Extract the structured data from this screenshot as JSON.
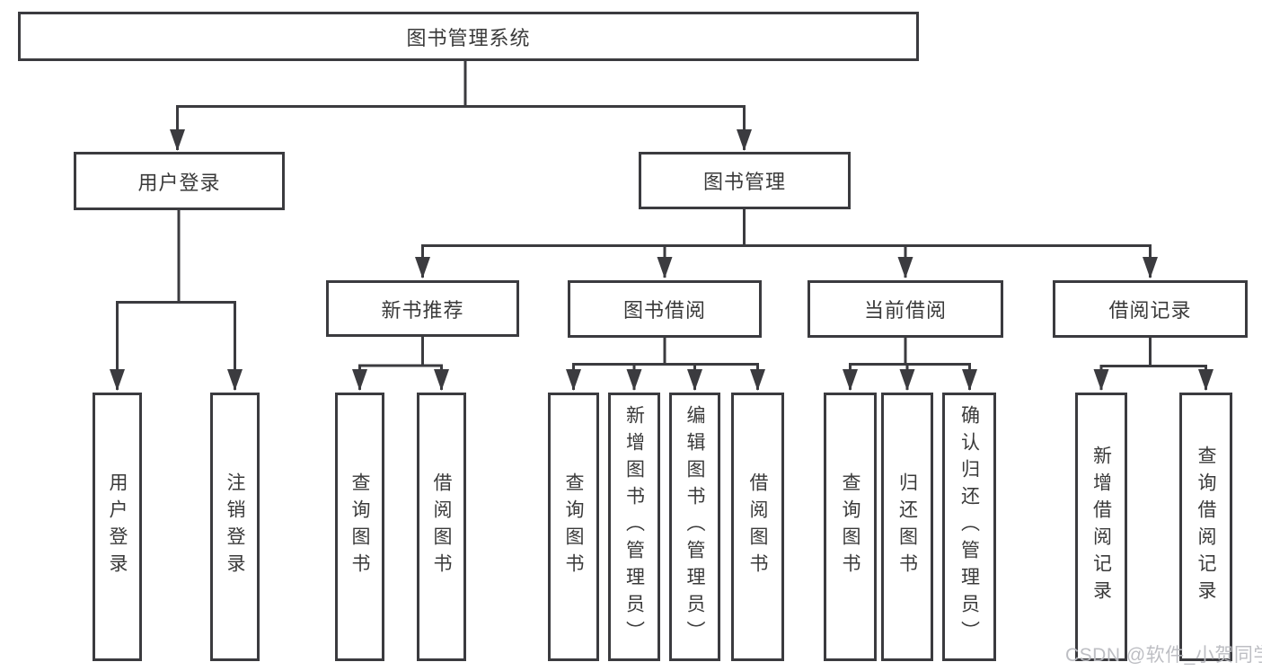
{
  "diagram_type": "hierarchy",
  "colors": {
    "line": "#3b3b3f",
    "box_border": "#3b3b3f",
    "box_fill": "#ffffff",
    "text": "#3a3a3a",
    "watermark": "#b9bac0"
  },
  "tree": {
    "label": "图书管理系统",
    "children": [
      {
        "label": "用户登录",
        "children": [
          {
            "label": "用户登录"
          },
          {
            "label": "注销登录"
          }
        ]
      },
      {
        "label": "图书管理",
        "children": [
          {
            "label": "新书推荐",
            "children": [
              {
                "label": "查询图书"
              },
              {
                "label": "借阅图书"
              }
            ]
          },
          {
            "label": "图书借阅",
            "children": [
              {
                "label": "查询图书"
              },
              {
                "label": "新增图书（管理员）"
              },
              {
                "label": "编辑图书（管理员）"
              },
              {
                "label": "借阅图书"
              }
            ]
          },
          {
            "label": "当前借阅",
            "children": [
              {
                "label": "查询图书"
              },
              {
                "label": "归还图书"
              },
              {
                "label": "确认归还（管理员）"
              }
            ]
          },
          {
            "label": "借阅记录",
            "children": [
              {
                "label": "新增借阅记录"
              },
              {
                "label": "查询借阅记录"
              }
            ]
          }
        ]
      }
    ]
  },
  "watermark": {
    "text": "CSDN @软件_小贺同学"
  }
}
